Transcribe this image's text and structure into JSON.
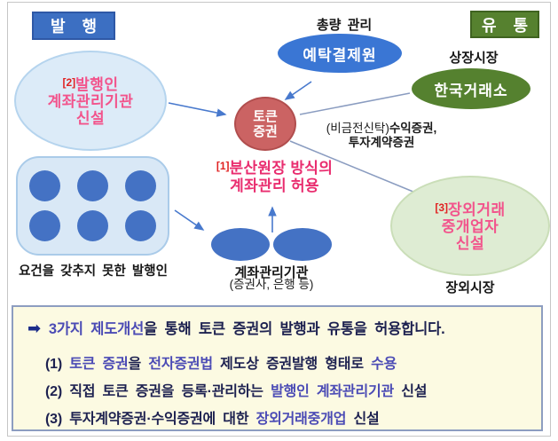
{
  "header": {
    "issuance_badge": "발 행",
    "distribution_badge": "유 통",
    "total_mgmt_label": "총량 관리",
    "listed_market_label": "상장시장",
    "otc_market_label": "장외시장"
  },
  "nodes": {
    "ksd": "예탁결제원",
    "krx": "한국거래소",
    "issuer_amo": {
      "prefix": "[2]",
      "line1": "발행인",
      "line2": "계좌관리기관",
      "line3": "신설"
    },
    "token": {
      "line1": "토큰",
      "line2": "증권"
    },
    "beneficiary_note": {
      "prefix": "(비금전신탁)",
      "bold1": "수익증권,",
      "bold2": "투자계약증권"
    },
    "ledger_note": {
      "prefix": "[1]",
      "line1": "분산원장 방식의",
      "line2": "계좌관리 허용"
    },
    "unqualified_label": "요건을 갖추지 못한 발행인",
    "amo_label": "계좌관리기관",
    "amo_sublabel": "(증권사, 은행 등)",
    "otc": {
      "prefix": "[3]",
      "line1": "장외거래",
      "line2": "중개업자",
      "line3": "신설"
    }
  },
  "summary": {
    "lead_arrow": "➡",
    "header_segs": [
      {
        "t": "3가지 제도개선",
        "hl": true
      },
      {
        "t": "을 통해 토큰 증권의 발행과 유통을 허용합니다.",
        "hl": false
      }
    ],
    "items": [
      {
        "segs": [
          {
            "t": "(1) ",
            "hl": false
          },
          {
            "t": "토큰 증권",
            "hl": true
          },
          {
            "t": "을 ",
            "hl": false
          },
          {
            "t": "전자증권법",
            "hl": true
          },
          {
            "t": " 제도상 증권발행 형태로 ",
            "hl": false
          },
          {
            "t": "수용",
            "hl": true
          }
        ]
      },
      {
        "segs": [
          {
            "t": "(2) 직접 토큰 증권을 등록·관리하는 ",
            "hl": false
          },
          {
            "t": "발행인 계좌관리기관",
            "hl": true
          },
          {
            "t": " 신설",
            "hl": false
          }
        ]
      },
      {
        "segs": [
          {
            "t": "(3) 투자계약증권·수익증권에 대한 ",
            "hl": false
          },
          {
            "t": "장외거래중개업",
            "hl": true
          },
          {
            "t": " 신설",
            "hl": false
          }
        ]
      }
    ]
  },
  "colors": {
    "badge_blue": "#3c6fc2",
    "badge_green": "#56812f",
    "ksd_blue": "#3a76d4",
    "krx_green": "#55812f",
    "token_red": "#cb6363",
    "light_blue_fill": "#dcebf8",
    "light_green_fill": "#deecd3",
    "dot_blue": "#4472c4",
    "pink_text": "#f2548c",
    "ledger_pink": "#e92d6f",
    "summary_bg": "#fcfae2",
    "summary_border": "#8d9dc0",
    "summary_dark": "#1d2150",
    "summary_highlight": "#4b4bb5"
  }
}
